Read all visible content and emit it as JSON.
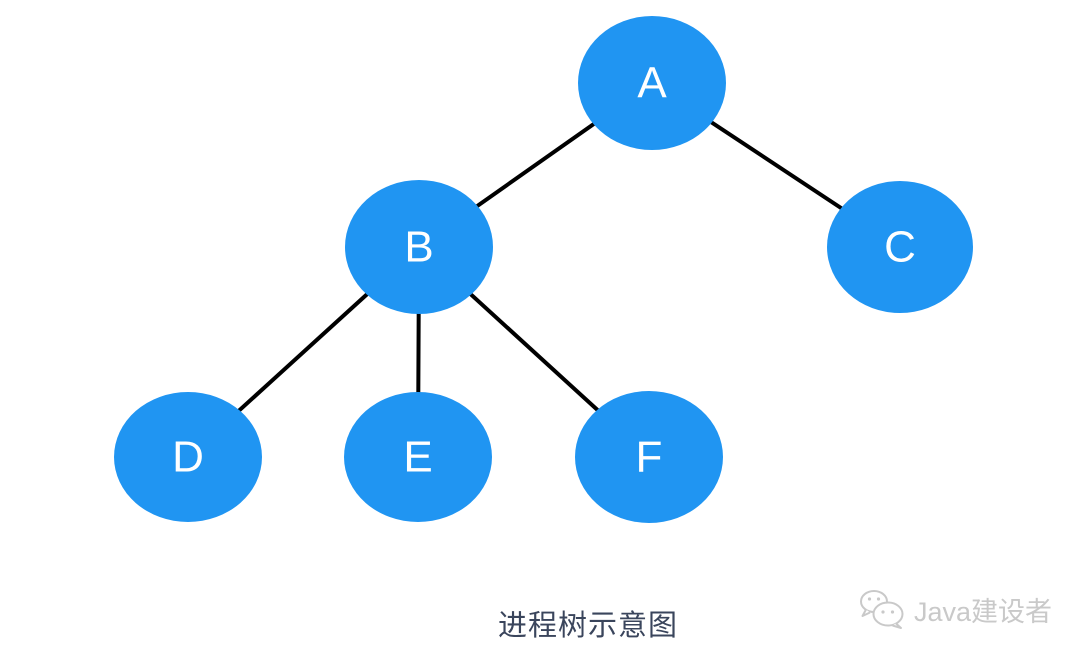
{
  "diagram": {
    "caption": "进程树示意图",
    "nodes": [
      {
        "id": "A",
        "label": "A"
      },
      {
        "id": "B",
        "label": "B"
      },
      {
        "id": "C",
        "label": "C"
      },
      {
        "id": "D",
        "label": "D"
      },
      {
        "id": "E",
        "label": "E"
      },
      {
        "id": "F",
        "label": "F"
      }
    ],
    "edges": [
      {
        "from": "A",
        "to": "B"
      },
      {
        "from": "A",
        "to": "C"
      },
      {
        "from": "B",
        "to": "D"
      },
      {
        "from": "B",
        "to": "E"
      },
      {
        "from": "B",
        "to": "F"
      }
    ]
  },
  "watermark": {
    "icon": "wechat-icon",
    "text": "Java建设者"
  },
  "colors": {
    "background": "#ffffff",
    "node_fill": "#2095f2",
    "node_text": "#ffffff",
    "edge": "#000000",
    "caption_text": "#3a455c",
    "watermark": "#c9c9c9"
  }
}
